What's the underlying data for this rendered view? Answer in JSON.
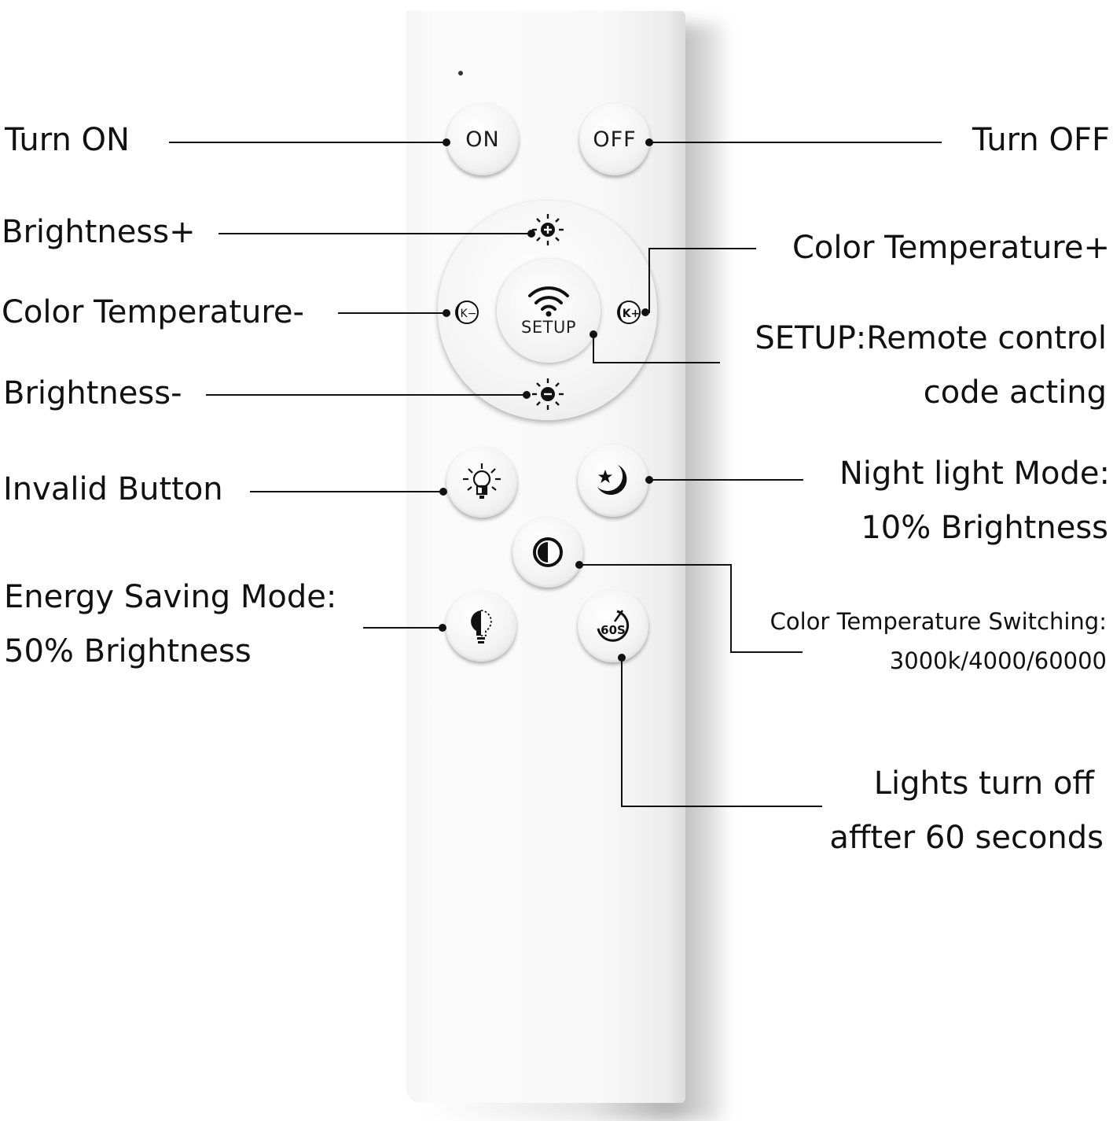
{
  "remote": {
    "buttons": {
      "on": "ON",
      "off": "OFF",
      "setup": "SETUP",
      "color_temp_minus": "K−",
      "color_temp_plus": "K+",
      "timer": "60S"
    },
    "colors": {
      "body": "#f7f7f7",
      "button": "#f3f3f3",
      "ink": "#111111"
    }
  },
  "labels": {
    "turn_on": "Turn ON",
    "turn_off": "Turn OFF",
    "brightness_plus": "Brightness+",
    "color_temp_plus": "Color Temperature+",
    "color_temp_minus": "Color Temperature-",
    "setup_line1": "SETUP:Remote control",
    "setup_line2": "code acting",
    "brightness_minus": "Brightness-",
    "invalid_button": "Invalid Button",
    "night_line1": "Night light Mode:",
    "night_line2": "10% Brightness",
    "energy_line1": "Energy Saving Mode:",
    "energy_line2": "50% Brightness",
    "cct_line1": "Color Temperature Switching:",
    "cct_line2": "3000k/4000/60000",
    "timer_line1": "Lights turn off",
    "timer_line2": "affter 60 seconds"
  }
}
